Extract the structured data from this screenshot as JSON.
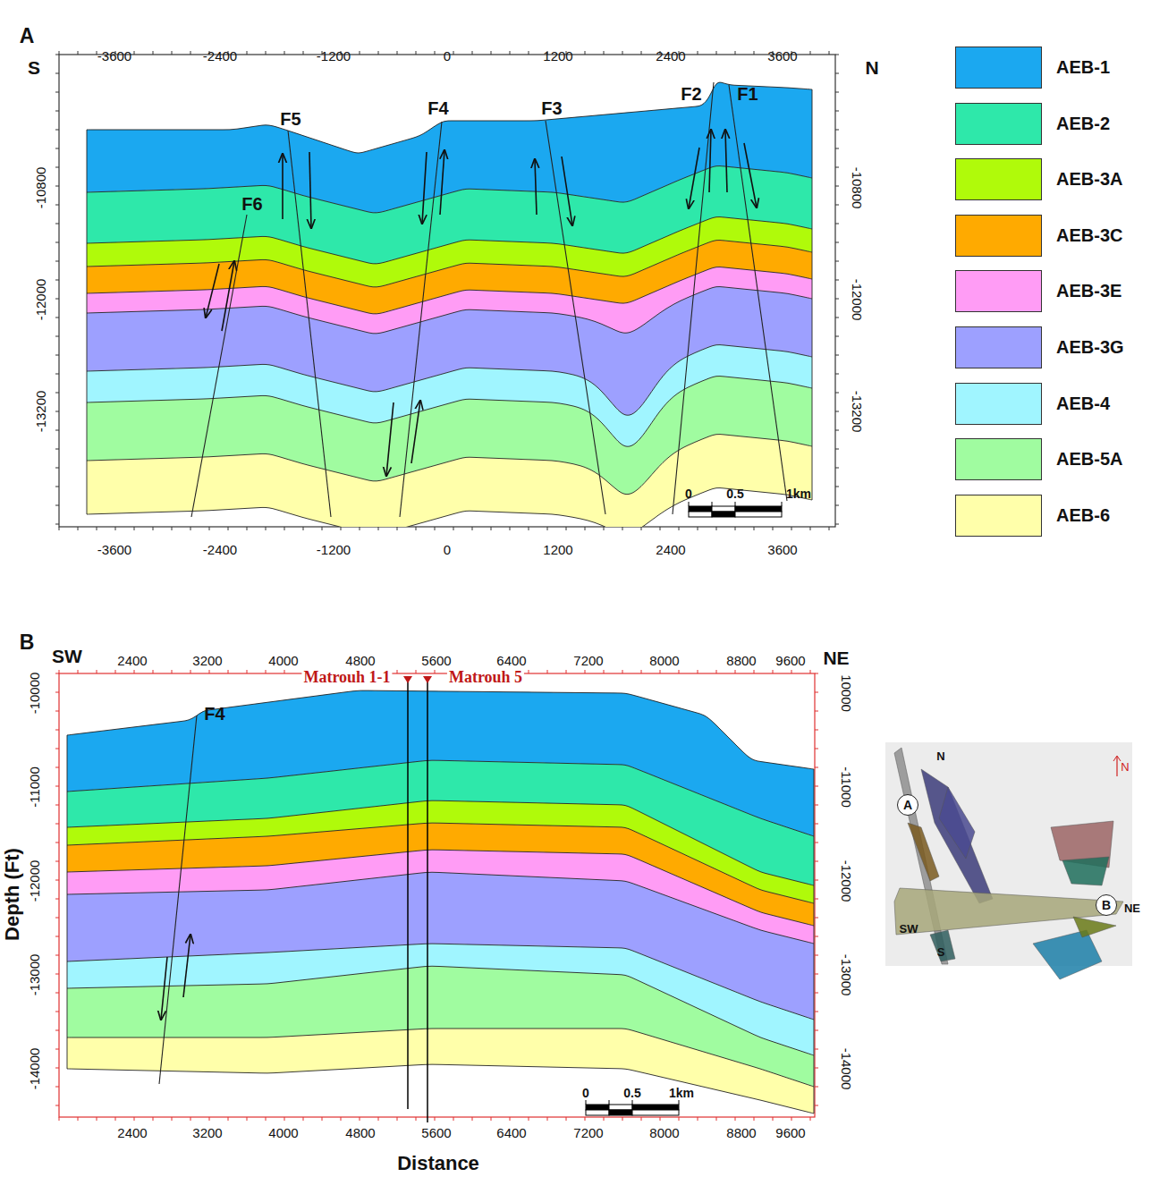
{
  "diagram": {
    "nodes": [
      {
        "text": [
          "A"
        ]
      },
      {
        "text": [
          "B"
        ]
      }
    ],
    "labels": [
      "A",
      "S",
      "N",
      "-3600",
      "-2400",
      "-1200",
      "0",
      "1200",
      "2400",
      "3600",
      "-3600",
      "-2400",
      "-1200",
      "0",
      "1200",
      "2400",
      "3600",
      "-10800",
      "-12000",
      "-13200",
      "-10800",
      "-12000",
      "-13200",
      "F5",
      "F4",
      "F3",
      "F2",
      "F1",
      "F6",
      "0",
      "0.5",
      "1km",
      "B",
      "SW",
      "NE",
      "2400",
      "3200",
      "4000",
      "4800",
      "5600",
      "6400",
      "7200",
      "8000",
      "8800",
      "9600",
      "Matrouh 1-1",
      "Matrouh 5",
      "F4",
      "-10000",
      "-11000",
      "-12000",
      "-13000",
      "-14000",
      "10000",
      "-11000",
      "-12000",
      "-13000",
      "-14000",
      "Depth (Ft)",
      "2400",
      "3200",
      "4000",
      "4800",
      "5600",
      "6400",
      "7200",
      "8000",
      "8800",
      "9600",
      "Distance",
      "0",
      "0.5",
      "1km",
      "N",
      "SW",
      "NE",
      "S",
      "N"
    ],
    "legend": [
      {
        "text": "AEB-1",
        "color": "#1ba8f0"
      },
      {
        "text": "AEB-2",
        "color": "#2ee8aa"
      },
      {
        "text": "AEB-3A",
        "color": "#b0fa0a"
      },
      {
        "text": "AEB-3C",
        "color": "#ffaa00"
      },
      {
        "text": "AEB-3E",
        "color": "#ff9cf5"
      },
      {
        "text": "AEB-3G",
        "color": "#9da0ff"
      },
      {
        "text": "AEB-4",
        "color": "#a0f5ff"
      },
      {
        "text": "AEB-5A",
        "color": "#a0fca0"
      },
      {
        "text": "AEB-6",
        "color": "#ffffaa"
      }
    ]
  }
}
